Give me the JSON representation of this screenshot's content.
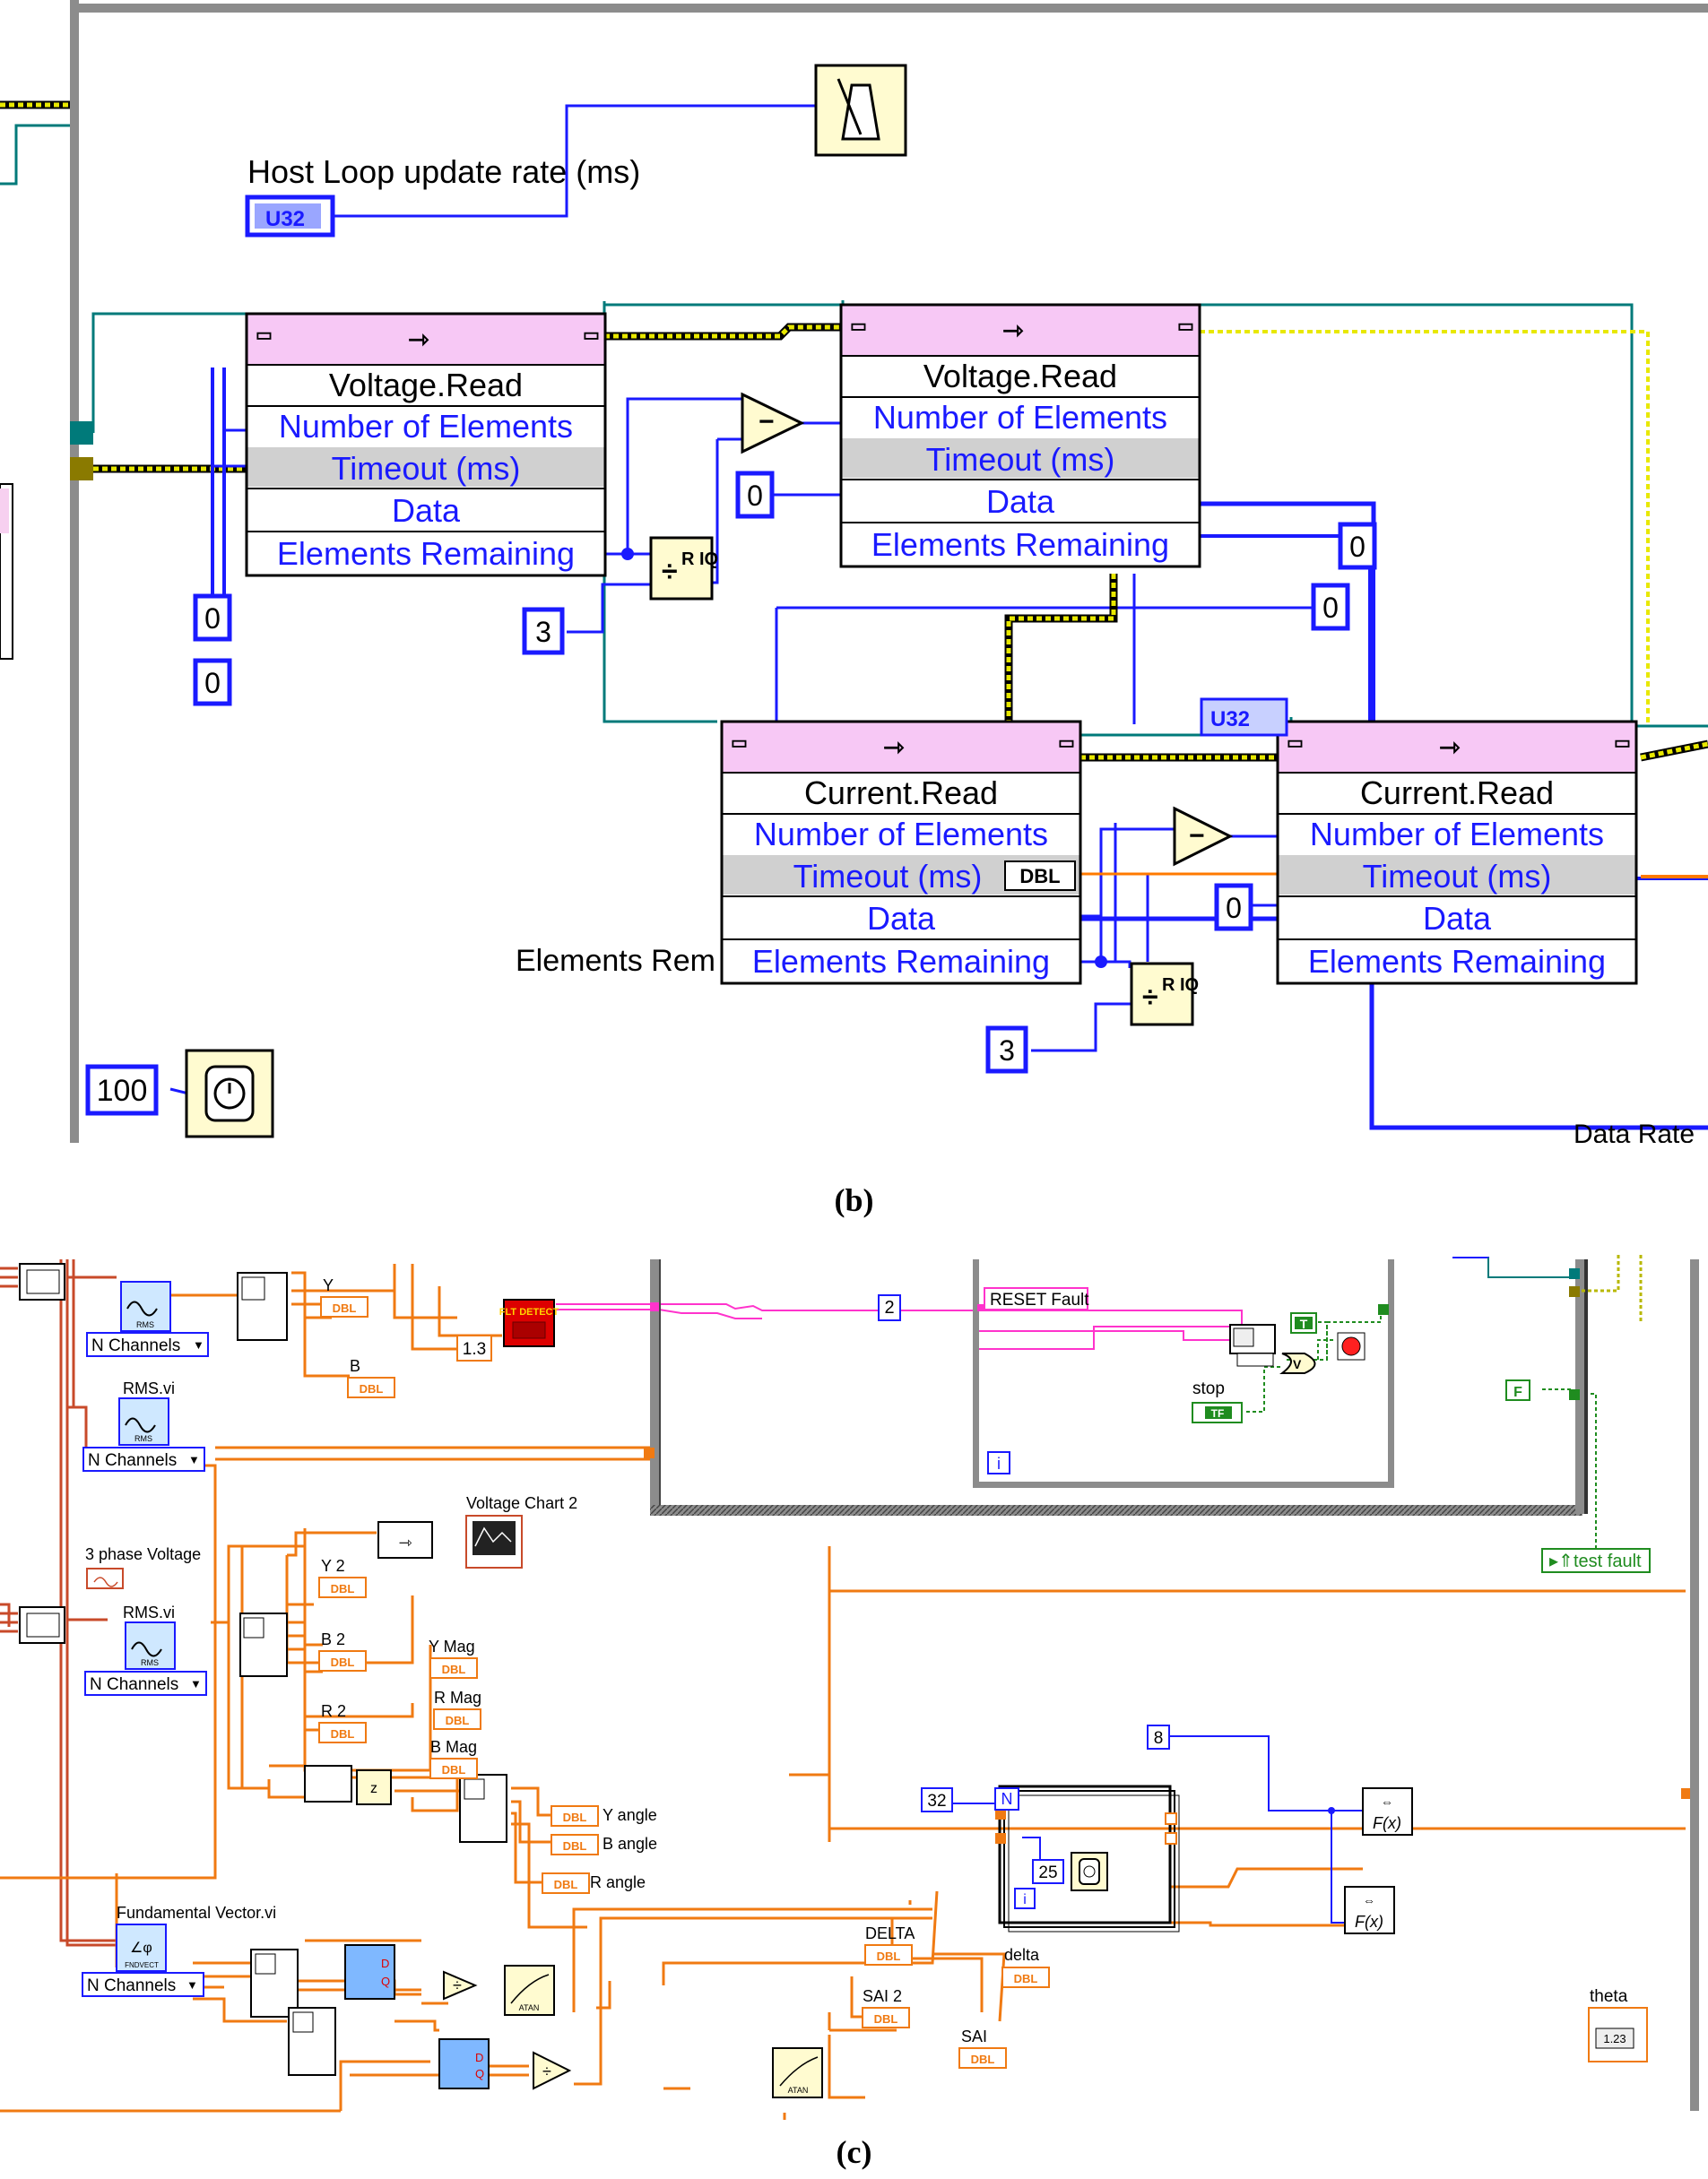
{
  "panel_b": {
    "caption": "(b)",
    "host_loop_label": "Host Loop update rate (ms)",
    "u32_label": "U32",
    "const_100": "100",
    "const_3": "3",
    "const_0": "0",
    "stray_label": "Elements Rem",
    "data_rate_label": "Data Rate",
    "nodes": [
      {
        "title": "Voltage.Read",
        "rows": [
          "Number of Elements",
          "Timeout (ms)",
          "Data",
          "Elements Remaining"
        ]
      },
      {
        "title": "Voltage.Read",
        "rows": [
          "Number of Elements",
          "Timeout (ms)",
          "Data",
          "Elements Remaining"
        ]
      },
      {
        "title": "Current.Read",
        "rows": [
          "Number of Elements",
          "Timeout (ms)",
          "Data",
          "Elements Remaining"
        ]
      },
      {
        "title": "Current.Read",
        "rows": [
          "Number of Elements",
          "Timeout (ms)",
          "Data",
          "Elements Remaining"
        ]
      }
    ],
    "dbl_tag": "DBL",
    "quotient_label": "R IQ",
    "wire_colors": {
      "int": "#1a1aff",
      "cluster": "#b8b800",
      "ref": "#007a7a",
      "dbl": "#ff7a00",
      "frame": "#8c8c8c"
    }
  },
  "panel_c": {
    "caption": "(c)",
    "labels": {
      "rms_vi_1": "RMS.vi",
      "rms_vi_2": "RMS.vi",
      "fund_vi": "Fundamental Vector.vi",
      "n_channels": "N Channels",
      "voltage_3ph": "3 phase Voltage",
      "voltage_chart": "Voltage Chart 2",
      "y": "Y",
      "b": "B",
      "y2": "Y 2",
      "b2": "B 2",
      "r2": "R 2",
      "y_mag": "Y  Mag",
      "r_mag": "R Mag",
      "b_mag": "B Mag",
      "y_angle": "Y angle",
      "b_angle": "B angle",
      "r_angle": "R angle",
      "delta_upper": "DELTA",
      "delta_lower": "delta",
      "sai2": "SAI 2",
      "sai": "SAI",
      "theta": "theta",
      "reset_fault": "RESET Fault",
      "stop": "stop",
      "test_fault": "test fault",
      "const_13": "1.3",
      "const_2": "2",
      "const_32": "32",
      "const_25": "25",
      "const_8": "8",
      "n_term": "N",
      "i_term": "i",
      "true_const": "T",
      "false_const": "F",
      "dbl": "DBL",
      "tf": "TF",
      "num_display": "1.23",
      "flt_detect": "FLT DETECT",
      "rms_tag": "RMS",
      "fnd_tag": "FNDVECT",
      "atan_tag": "ATAN"
    },
    "wire_colors": {
      "orange": "#f07a12",
      "pink": "#ff33cc",
      "green": "#1f8c1f",
      "blue": "#1a1aff",
      "brown": "#c84a2a",
      "frame": "#8c8c8c"
    }
  }
}
